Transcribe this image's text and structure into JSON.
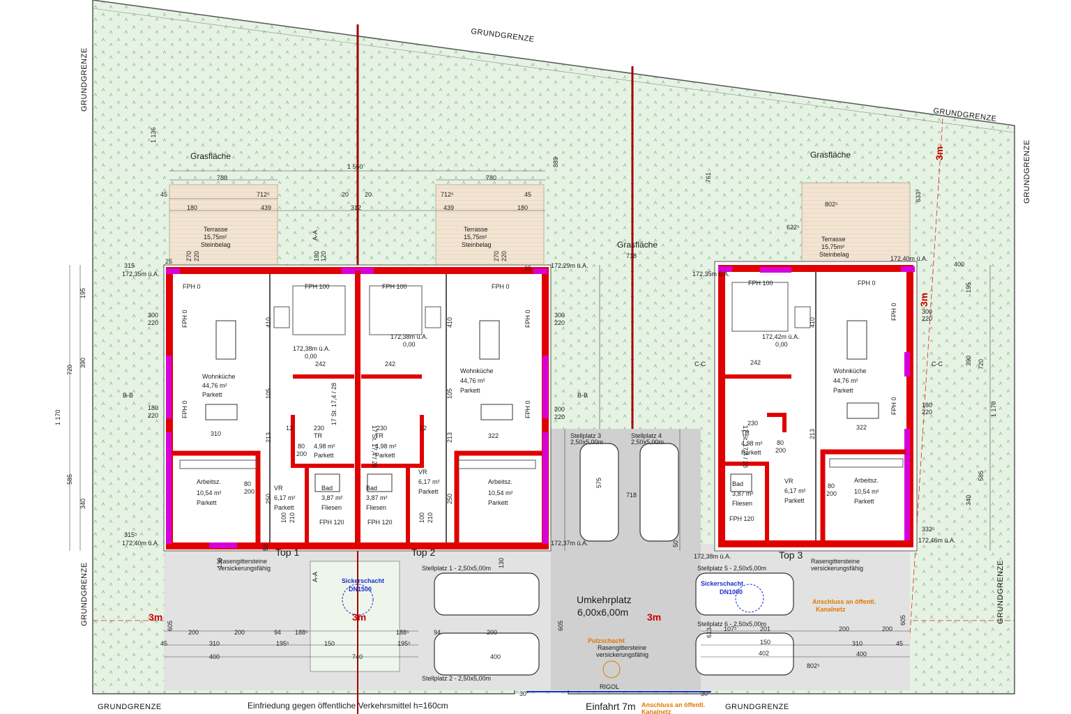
{
  "boundary": {
    "label": "GRUNDGRENZE"
  },
  "zones": {
    "grass_left": "Grasfläche",
    "grass_right": "Grasfläche",
    "grass_center": "Grasfläche",
    "turnaround_title": "Umkehrplatz",
    "turnaround_size": "6,00x6,00m",
    "entrance": "Einfahrt 7m",
    "fence_note": "Einfriedung gegen öffentliche Verkehrsmittel h=160cm",
    "rigol": "RIGOL"
  },
  "terraces": [
    {
      "name": "Terrasse",
      "area": "15,75m²",
      "material": "Steinbelag"
    },
    {
      "name": "Terrasse",
      "area": "15,75m²",
      "material": "Steinbelag"
    },
    {
      "name": "Terrasse",
      "area": "15,75m²",
      "material": "Steinbelag"
    }
  ],
  "units": [
    {
      "label": "Top 1"
    },
    {
      "label": "Top 2"
    },
    {
      "label": "Top 3"
    }
  ],
  "rooms": {
    "wohn": {
      "name": "Wohnküche",
      "area": "44,76 m²",
      "floor": "Parkett"
    },
    "tr": {
      "name": "TR",
      "area": "4,98 m²",
      "floor": "Parkett"
    },
    "vr": {
      "name": "VR",
      "area": "6,17 m²",
      "floor": "Parkett"
    },
    "bad": {
      "name": "Bad",
      "area": "3,87 m²",
      "floor": "Fliesen"
    },
    "arbeit": {
      "name": "Arbeitsz.",
      "area": "10,54 m²",
      "floor": "Parkett"
    },
    "stair": "17 St. 17,4 / 28"
  },
  "levels": {
    "l1": "172,38m ü.A.",
    "l1b": "0,00",
    "l2": "172,42m ü.A.",
    "c_tl": "172,35m ü.A.",
    "c_tm": "172,29m ü.A.",
    "c_tr": "172,40m ü.A.",
    "c_bl": "172,40m ü.A.",
    "c_bm": "172,37m ü.A.",
    "c_br": "172,46m ü.A.",
    "c_b3": "172,38m ü.A.",
    "c_r3l": "172,35m ü.A."
  },
  "parking": {
    "p1": "Stellplatz 1 - 2,50x5,00m",
    "p2": "Stellplatz 2 - 2,50x5,00m",
    "p3": "Stellplatz 3",
    "p4": "Stellplatz 4",
    "p34size": "2,50x5,00m",
    "p5": "Stellplatz 5 - 2,50x5,00m",
    "p6": "Stellplatz 6 - 2,50x5,00m"
  },
  "notes": {
    "rasen1": "Rasengittersteine",
    "rasen2": "versickerungsfähig",
    "sicker": "Sickerschacht",
    "dn1500": "DN1500",
    "dn1000": "DN1000",
    "anschluss1": "Anschluss an öffentl.",
    "anschluss2": "Kanalnetz",
    "putz": "Putzschacht",
    "three_m": "3m",
    "fph0": "FPH 0",
    "fph100": "FPH 100",
    "fph120": "FPH 120"
  },
  "sections": {
    "aa": "A-A",
    "bb": "B-B",
    "cc": "C-C"
  },
  "dims": {
    "d1560": "1 560",
    "d780": "780",
    "d7125": "712⁵",
    "d45": "45",
    "d20": "20",
    "d180": "180",
    "d439": "439",
    "d312": "312",
    "d270": "270",
    "d220": "220",
    "d1170": "1 170",
    "d720": "720",
    "d585": "585",
    "d390": "390",
    "d340": "340",
    "d195": "195",
    "d300": "300",
    "d200": "200",
    "d410": "410",
    "d242": "242",
    "d230": "230",
    "d310": "310",
    "d322": "322",
    "d213": "213",
    "d105": "105",
    "d250": "250",
    "d80": "80",
    "d100": "100",
    "d210": "210",
    "d718": "718",
    "d889": "889",
    "d761": "761",
    "d1136": "1 136",
    "d575": "575",
    "d605": "605",
    "d400": "400",
    "d315": "315",
    "d3155": "315⁵",
    "d25": "25",
    "d8025": "802⁵",
    "d6225": "622⁵",
    "d6335": "633⁵",
    "d3325": "332⁵",
    "d94": "94",
    "d1885": "188⁵",
    "d150": "150",
    "d1955": "195⁵",
    "d12": "12",
    "d740": "740",
    "d130": "130",
    "d120": "120",
    "d1075": "107⁵",
    "d201": "201",
    "d402": "402",
    "d613": "613",
    "d30": "30°",
    "d50": "50"
  }
}
